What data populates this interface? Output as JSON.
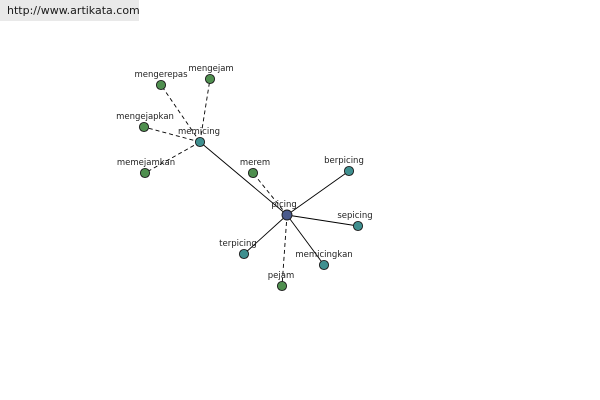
{
  "header": {
    "url": "http://www.artikata.com"
  },
  "colors": {
    "synonym_node": "#4f8f4f",
    "derived_node": "#3f8f8f",
    "center_node": "#4a5a8c",
    "edge": "#000000",
    "header_bg": "#e9e9e9"
  },
  "nodes": [
    {
      "id": "picing",
      "label": "picing",
      "kind": "center"
    },
    {
      "id": "memicing",
      "label": "memicing",
      "kind": "derived"
    },
    {
      "id": "mengerepas",
      "label": "mengerepas",
      "kind": "synonym"
    },
    {
      "id": "mengejam",
      "label": "mengejam",
      "kind": "synonym"
    },
    {
      "id": "mengejapkan",
      "label": "mengejapkan",
      "kind": "synonym"
    },
    {
      "id": "memejamkan",
      "label": "memejamkan",
      "kind": "synonym"
    },
    {
      "id": "merem",
      "label": "merem",
      "kind": "synonym"
    },
    {
      "id": "berpicing",
      "label": "berpicing",
      "kind": "derived"
    },
    {
      "id": "sepicing",
      "label": "sepicing",
      "kind": "derived"
    },
    {
      "id": "terpicing",
      "label": "terpicing",
      "kind": "derived"
    },
    {
      "id": "memicingkan",
      "label": "memicingkan",
      "kind": "derived"
    },
    {
      "id": "pejam",
      "label": "pejam",
      "kind": "synonym"
    }
  ],
  "edges": [
    {
      "from": "memicing",
      "to": "picing",
      "style": "solid"
    },
    {
      "from": "picing",
      "to": "berpicing",
      "style": "solid"
    },
    {
      "from": "picing",
      "to": "sepicing",
      "style": "solid"
    },
    {
      "from": "picing",
      "to": "terpicing",
      "style": "solid"
    },
    {
      "from": "picing",
      "to": "memicingkan",
      "style": "solid"
    },
    {
      "from": "picing",
      "to": "merem",
      "style": "dashed"
    },
    {
      "from": "picing",
      "to": "pejam",
      "style": "dashed"
    },
    {
      "from": "memicing",
      "to": "mengerepas",
      "style": "dashed"
    },
    {
      "from": "memicing",
      "to": "mengejam",
      "style": "dashed"
    },
    {
      "from": "memicing",
      "to": "mengejapkan",
      "style": "dashed"
    },
    {
      "from": "memicing",
      "to": "memejamkan",
      "style": "dashed"
    }
  ]
}
